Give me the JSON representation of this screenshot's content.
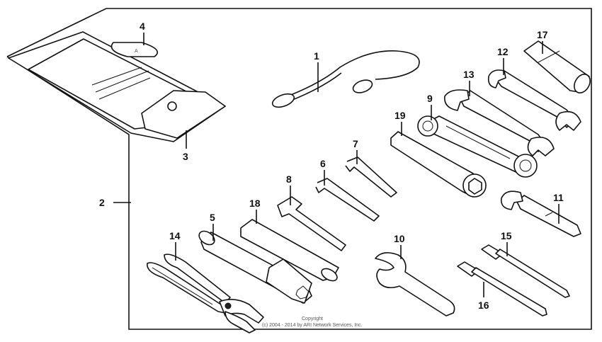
{
  "callouts": {
    "c1": "1",
    "c2": "2",
    "c3": "3",
    "c4": "4",
    "c5": "5",
    "c6": "6",
    "c7": "7",
    "c8": "8",
    "c9": "9",
    "c10": "10",
    "c11": "11",
    "c12": "12",
    "c13": "13",
    "c14": "14",
    "c15": "15",
    "c16": "16",
    "c17": "17",
    "c18": "18",
    "c19": "19"
  },
  "copyright": {
    "line1": "Copyright",
    "line2": "(c) 2004 - 2014 by ARI Network Services, Inc."
  }
}
